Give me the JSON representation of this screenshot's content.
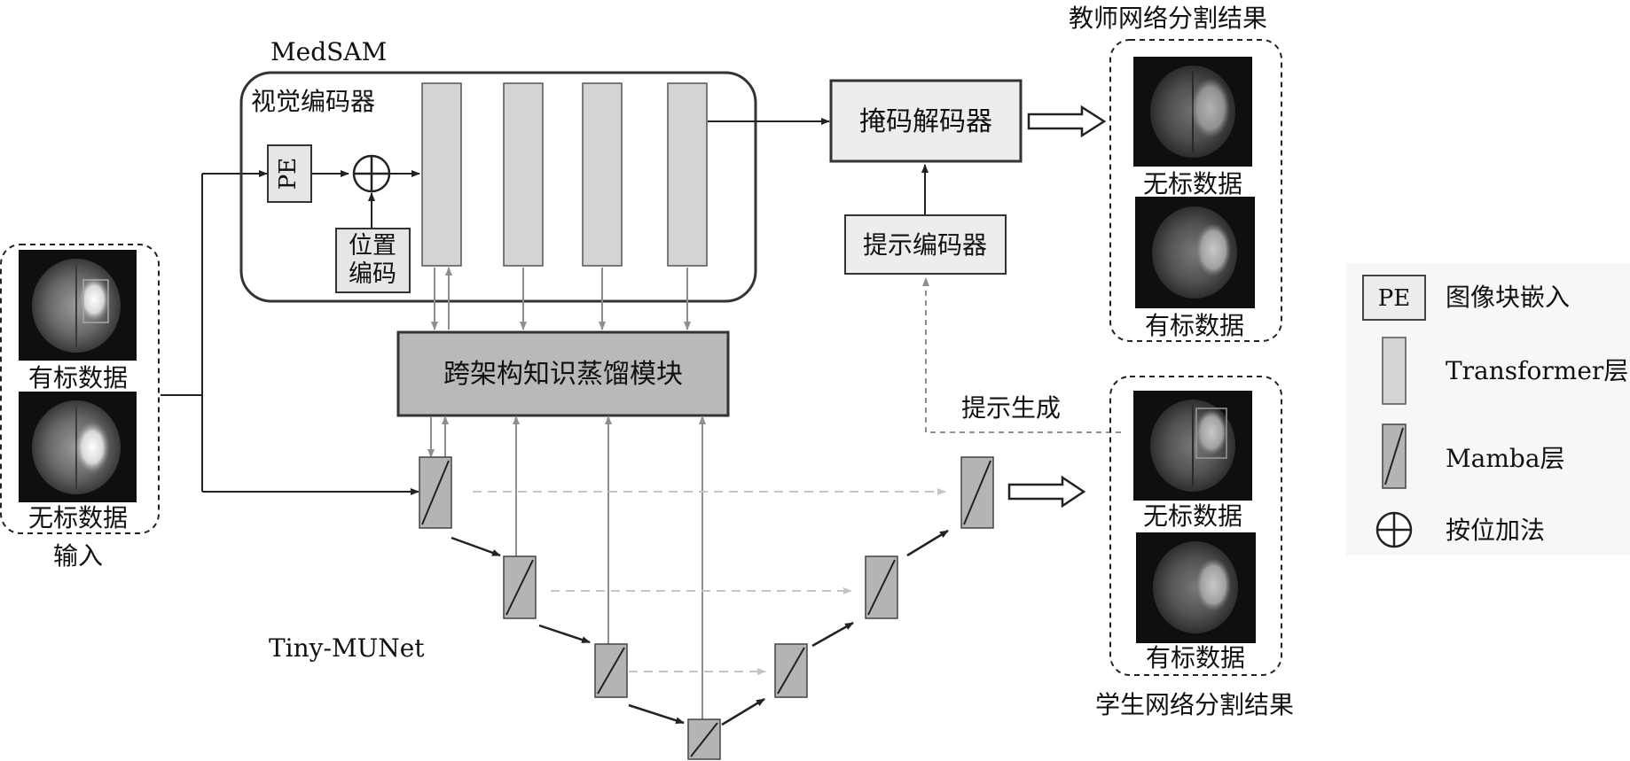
{
  "input": {
    "label": "输入",
    "labeled_caption": "有标数据",
    "unlabeled_caption": "无标数据"
  },
  "medsam": {
    "title": "MedSAM",
    "visual_encoder": "视觉编码器",
    "pe": "PE",
    "pos_enc_line1": "位置",
    "pos_enc_line2": "编码"
  },
  "distill": {
    "label": "跨架构知识蒸馏模块"
  },
  "mask_decoder": {
    "label": "掩码解码器"
  },
  "prompt_encoder": {
    "label": "提示编码器"
  },
  "prompt_gen": {
    "label": "提示生成"
  },
  "teacher": {
    "title": "教师网络分割结果",
    "caption_top": "无标数据",
    "caption_bottom": "有标数据"
  },
  "student": {
    "title": "学生网络分割结果",
    "caption_top": "无标数据",
    "caption_bottom": "有标数据"
  },
  "unet": {
    "label": "Tiny-MUNet"
  },
  "legend": {
    "pe_box": "PE",
    "pe_label": "图像块嵌入",
    "transformer_label": "Transformer层",
    "mamba_label": "Mamba层",
    "add_label": "按位加法"
  },
  "colors": {
    "transformer_fill": "#d4d4d4",
    "mamba_fill": "#b4b4b4",
    "distill_fill": "#b9b9b9",
    "box_fill": "#ededed",
    "line_dark": "#222222",
    "line_gray": "#8e8e8e",
    "line_light": "#bdbdbd",
    "mri_bg": "#0f0f0f"
  }
}
